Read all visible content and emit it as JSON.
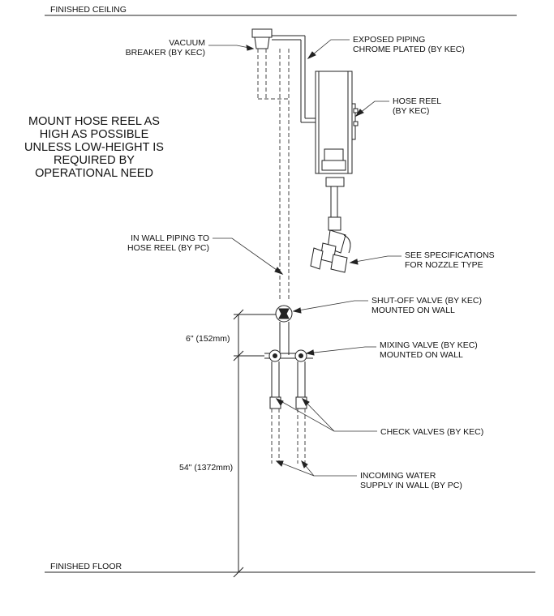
{
  "labels": {
    "ceiling": "FINISHED CEILING",
    "floor": "FINISHED FLOOR",
    "vacuum_breaker": [
      "VACUUM",
      "BREAKER (BY KEC)"
    ],
    "exposed_piping": [
      "EXPOSED PIPING",
      "CHROME PLATED (BY KEC)"
    ],
    "hose_reel": [
      "HOSE REEL",
      "(BY KEC)"
    ],
    "mount_note": [
      "MOUNT HOSE REEL AS",
      "HIGH AS POSSIBLE",
      "UNLESS LOW-HEIGHT IS",
      "REQUIRED BY",
      "OPERATIONAL NEED"
    ],
    "in_wall_piping": [
      "IN WALL PIPING TO",
      "HOSE REEL (BY PC)"
    ],
    "specifications": [
      "SEE SPECIFICATIONS",
      "FOR NOZZLE TYPE"
    ],
    "shutoff_valve": [
      "SHUT-OFF VALVE (BY KEC)",
      "MOUNTED ON WALL"
    ],
    "dim_6in": "6\" (152mm)",
    "mixing_valve": [
      "MIXING VALVE (BY KEC)",
      "MOUNTED ON WALL"
    ],
    "check_valves": "CHECK VALVES (BY KEC)",
    "dim_54in": "54\" (1372mm)",
    "incoming_water": [
      "INCOMING WATER",
      "SUPPLY IN WALL (BY PC)"
    ]
  }
}
